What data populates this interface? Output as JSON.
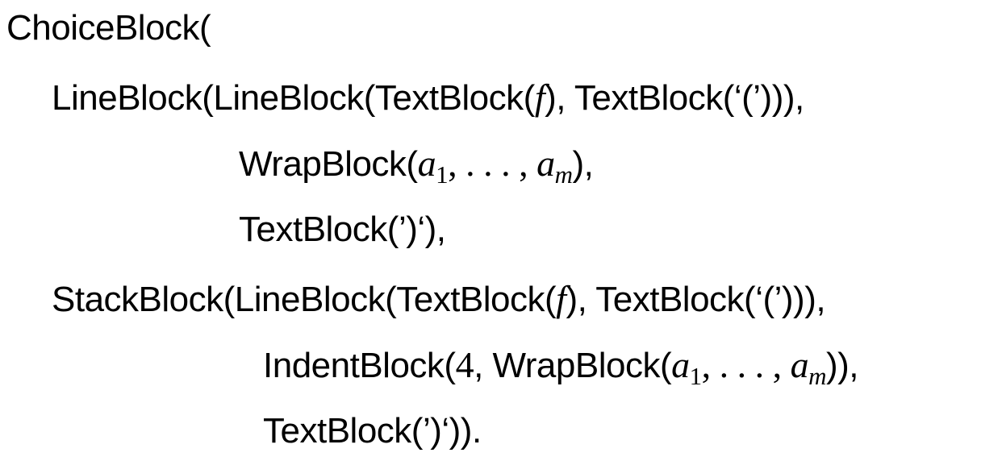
{
  "lines": [
    {
      "text": "ChoiceBlock("
    },
    {
      "before": "LineBlock(LineBlock(TextBlock(",
      "f": "f",
      "after": "), TextBlock(‘(’))),"
    },
    {
      "before": "WrapBlock(",
      "a1": "a",
      "sub1": "1",
      "ellipsis": ", . . . , ",
      "am": "a",
      "subm": "m",
      "after": "),"
    },
    {
      "text": "TextBlock(’)‘),"
    },
    {
      "before": "StackBlock(LineBlock(TextBlock(",
      "f": "f",
      "after": "), TextBlock(‘(’))),"
    },
    {
      "before": "IndentBlock(",
      "num": "4",
      "mid": ", WrapBlock(",
      "a1": "a",
      "sub1": "1",
      "ellipsis": ", . . . , ",
      "am": "a",
      "subm": "m",
      "after": ")),"
    },
    {
      "text": "TextBlock(’)‘))."
    }
  ]
}
